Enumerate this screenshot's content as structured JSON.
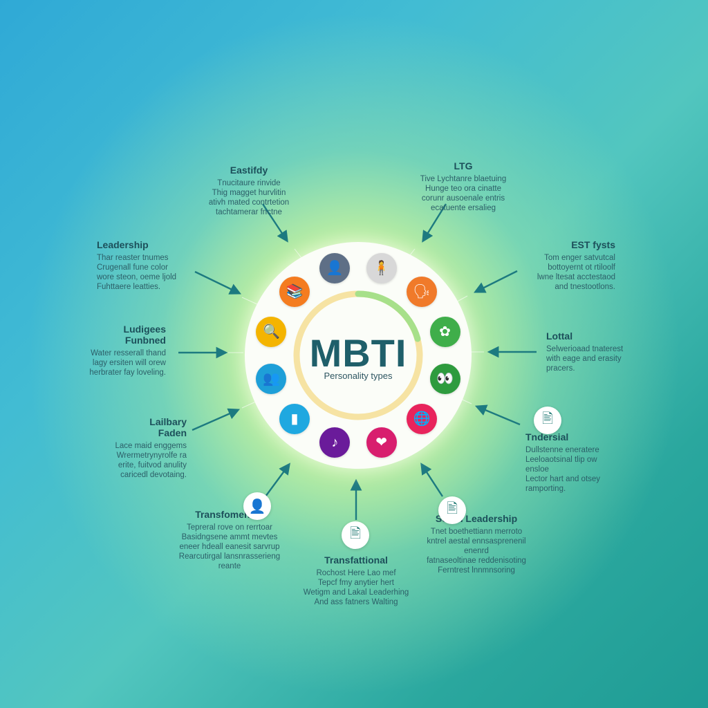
{
  "hub": {
    "title": "MBTI",
    "subtitle": "Personality types"
  },
  "ring_colors": [
    "#f6e3a3",
    "#a7e08a"
  ],
  "type_icons": [
    {
      "name": "person-icon",
      "glyph": "👤",
      "color": "#5e6f86"
    },
    {
      "name": "figure-icon",
      "glyph": "🧍",
      "color": "#d8d8d8"
    },
    {
      "name": "head-profile-icon",
      "glyph": "🗣",
      "color": "#f07a2a"
    },
    {
      "name": "gear-icon",
      "glyph": "✿",
      "color": "#3fae4a"
    },
    {
      "name": "eyes-icon",
      "glyph": "👀",
      "color": "#2e9b3e"
    },
    {
      "name": "globe-icon",
      "glyph": "🌐",
      "color": "#e8245c"
    },
    {
      "name": "head-heart-icon",
      "glyph": "❤",
      "color": "#d81e6e"
    },
    {
      "name": "music-note-icon",
      "glyph": "♪",
      "color": "#6a1b9a"
    },
    {
      "name": "bar-chart-icon",
      "glyph": "▮",
      "color": "#1fa8e0"
    },
    {
      "name": "people-icon",
      "glyph": "👥",
      "color": "#1e9fd8"
    },
    {
      "name": "magnifier-icon",
      "glyph": "🔍",
      "color": "#f4b400"
    },
    {
      "name": "books-icon",
      "glyph": "📚",
      "color": "#f47c20"
    }
  ],
  "labels": [
    {
      "name": "label-easily",
      "title": "Eastifdy",
      "desc": [
        "Tnucitaure rinvide",
        "Thig magget hurvlitin",
        "ativh mated contrtetion",
        "tachtamerar fnctne"
      ]
    },
    {
      "name": "label-ltg",
      "title": "LTG",
      "desc": [
        "Tive Lychtanre blaetuing",
        "Hunge teo ora cinatte",
        "corunr ausoenale entris",
        "ecatuente ersalieg"
      ]
    },
    {
      "name": "label-leadership",
      "title": "Leadership",
      "desc": [
        "Thar reaster tnumes",
        "Crugenall fune color",
        "wore steon, oeme ljold",
        "Fuhttaere leatties."
      ]
    },
    {
      "name": "label-est-fysts",
      "title": "EST fysts",
      "desc": [
        "Tom enger satvutcal",
        "bottoyernt ot rtiloolf",
        "lwne ltesat acctestaod",
        "and tnestootlons."
      ]
    },
    {
      "name": "label-ludgees",
      "title": "Ludigees\nFunbned",
      "desc": [
        "Water resserall thand",
        "lagy ersiten will orew",
        "herbrater fay loveling."
      ]
    },
    {
      "name": "label-lottal",
      "title": "Lottal",
      "desc": [
        "Selwerioaad tnaterest",
        "with eage and erasity",
        "pracers."
      ]
    },
    {
      "name": "label-lailbary",
      "title": "Lailbary\nFaden",
      "desc": [
        "Lace maid enggems",
        "Wrermetrynyrolfe ra",
        "erite, fuitvod anulity",
        "caricedl devotaing."
      ]
    },
    {
      "name": "label-tndersial",
      "title": "Tndersial",
      "desc": [
        "Dullstenne eneratere",
        "Leeloaotsinal tlip ow ensloe",
        "Lector hart and otsey",
        "ramporting."
      ]
    },
    {
      "name": "label-transfomendal",
      "title": "Transfomendal",
      "desc": [
        "Tepreral rove on rerrtoar",
        "Basidngsene ammt mevtes",
        "eneer hdeall eanesit sarvrup",
        "Rearcutirgal lansnrasserieng",
        "reante"
      ]
    },
    {
      "name": "label-transfattional",
      "title": "Transfattional",
      "desc": [
        "Rochost Here Lao mef",
        "Tepcf fmy anytier hert",
        "Wetigm and Lakal Leaderhing",
        "And ass fatners Walting"
      ]
    },
    {
      "name": "label-seron-leadership",
      "title": "Seron Leadership",
      "desc": [
        "Tnet boethettiann merroto",
        "kntrel aestal ennsasprenenil",
        "enenrd",
        "fatnaseoltinae reddenisoting",
        "Ferntrest lnnmnsoring"
      ]
    }
  ]
}
